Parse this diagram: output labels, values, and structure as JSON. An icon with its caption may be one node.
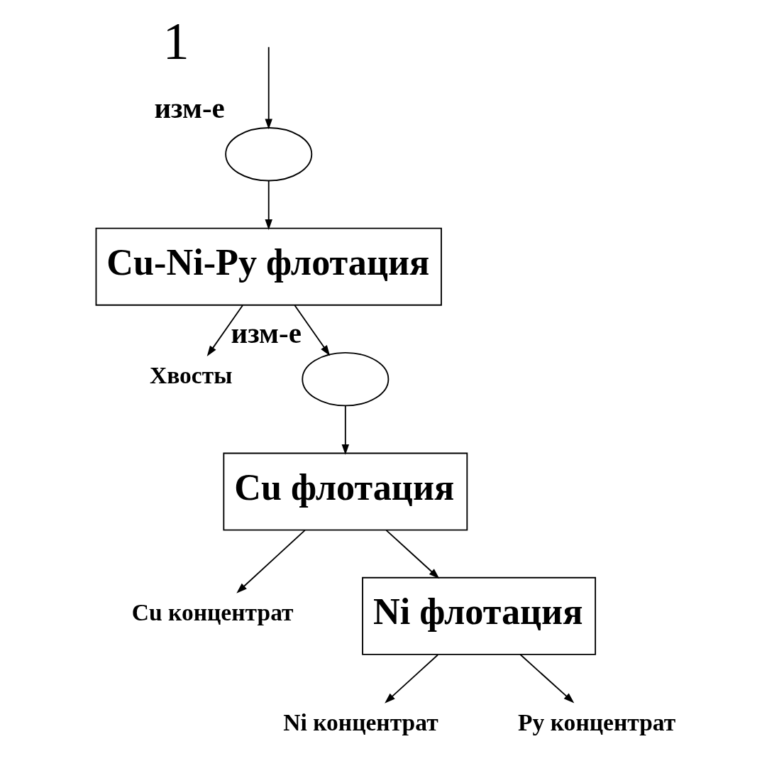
{
  "diagram": {
    "nodes": [
      {
        "text": [],
        "shape": "ellipse",
        "beside": [
          "изм-е"
        ]
      },
      {
        "text": [
          "Cu-Ni-Py флотация"
        ]
      },
      {
        "text": [
          "Хвосты"
        ]
      },
      {
        "text": [],
        "shape": "ellipse",
        "beside": [
          "изм-е"
        ]
      },
      {
        "text": [
          "Cu флотация"
        ]
      },
      {
        "text": [
          "Cu концентрат"
        ]
      },
      {
        "text": [
          "Ni флотация"
        ]
      },
      {
        "text": [
          "Ni концентрат"
        ]
      },
      {
        "text": [
          "Py концентрат"
        ]
      }
    ],
    "edges": [
      {
        "from": null,
        "to": 0,
        "arrow": "to"
      },
      {
        "from": 0,
        "to": 1,
        "arrow": "to"
      },
      {
        "from": 1,
        "to": 3,
        "arrow": "to"
      },
      {
        "from": 1,
        "to": 2,
        "arrow": "to"
      },
      {
        "from": 3,
        "to": 4,
        "arrow": "to"
      },
      {
        "from": 4,
        "to": 5,
        "arrow": "to"
      },
      {
        "from": 4,
        "to": 6,
        "arrow": "to"
      },
      {
        "from": 6,
        "to": 7,
        "arrow": "to"
      },
      {
        "from": 6,
        "to": 8,
        "arrow": "to"
      }
    ],
    "labels": [
      "1"
    ]
  }
}
